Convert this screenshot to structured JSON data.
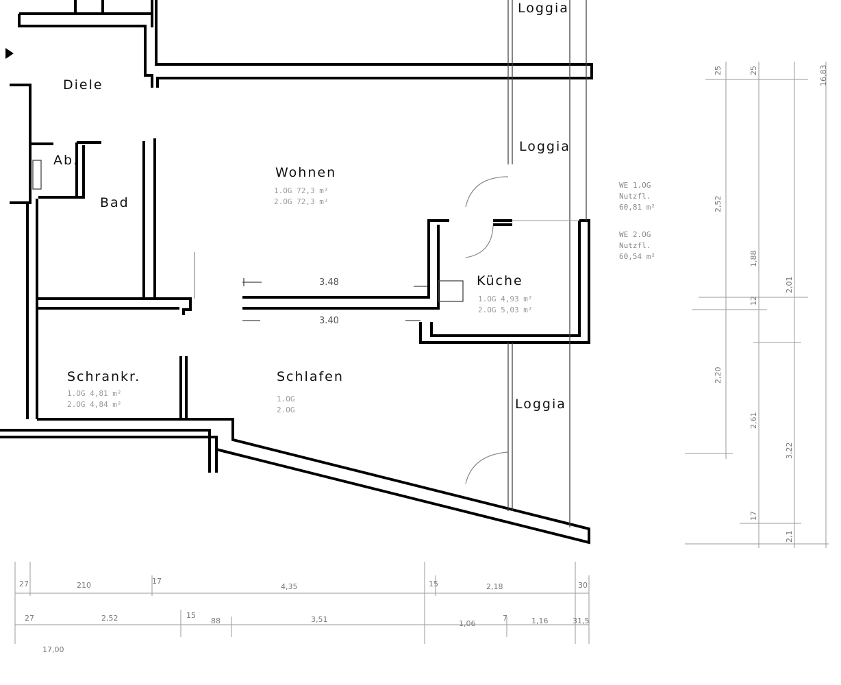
{
  "rooms": {
    "diele": {
      "name": "Diele"
    },
    "ab": {
      "name": "Ab."
    },
    "bad": {
      "name": "Bad"
    },
    "wohnen": {
      "name": "Wohnen",
      "line1": "1.OG 72,3 m²",
      "line2": "2.OG 72,3 m²"
    },
    "kueche": {
      "name": "Küche",
      "line1": "1.OG  4,93 m²",
      "line2": "2.OG  5,03 m²"
    },
    "schrankr": {
      "name": "Schrankr.",
      "line1": "1.OG  4,81 m²",
      "line2": "2.OG  4,84 m²"
    },
    "schlafen": {
      "name": "Schlafen",
      "line1": "1.OG",
      "line2": "2.OG"
    },
    "loggia_top": {
      "name": "Loggia"
    },
    "loggia_mid": {
      "name": "Loggia"
    },
    "loggia_bottom": {
      "name": "Loggia"
    }
  },
  "dimensions": {
    "inner_top": "3.48",
    "inner_bottom": "3.40",
    "bottom_row1": [
      "27",
      "210",
      "17",
      "4,35",
      "15",
      "2,18",
      "30"
    ],
    "bottom_row2": [
      "27",
      "2,52",
      "15",
      "88",
      "3,51",
      "1,06",
      "7",
      "1,16",
      "31,5"
    ],
    "overall": "17,00",
    "vertical_right": [
      "25",
      "2,52",
      "1,88",
      "2,20",
      "2,61",
      "17"
    ],
    "vertical_far": [
      "25",
      "2,01",
      "12",
      "3,22",
      "2,1"
    ],
    "total_right": "16,83"
  },
  "legend": {
    "we1": "WE 1.OG",
    "we1_label": "Nutzfl.",
    "we1_area": "60,81 m²",
    "we2": "WE 2.OG",
    "we2_label": "Nutzfl.",
    "we2_area": "60,54 m²"
  }
}
